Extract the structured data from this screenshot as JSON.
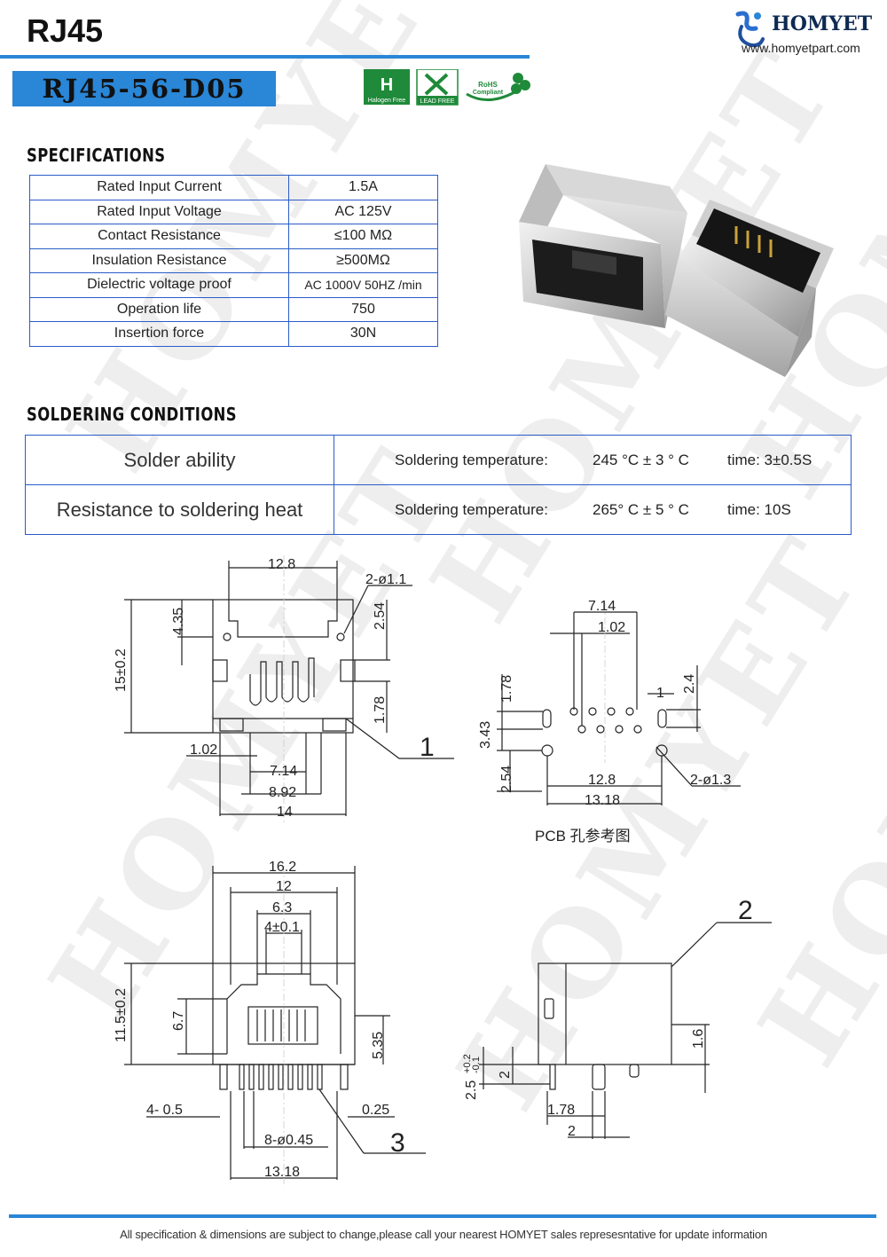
{
  "header": {
    "title": "RJ45",
    "model": "RJ45-56-D05",
    "brand": "HOMYET",
    "website": "www.homyetpart.com"
  },
  "badges": {
    "halogen": "Halogen Free",
    "lead": "LEAD FREE",
    "rohs_1": "RoHS",
    "rohs_2": "Compliant"
  },
  "watermark": "HOMYET",
  "specifications": {
    "title": "SPECIFICATIONS",
    "rows": [
      {
        "label": "Rated Input Current",
        "value": "1.5A"
      },
      {
        "label": "Rated Input Voltage",
        "value": "AC  125V"
      },
      {
        "label": "Contact Resistance",
        "value": "≤100 MΩ"
      },
      {
        "label": "Insulation Resistance",
        "value": "≥500MΩ"
      },
      {
        "label": "Dielectric voltage proof",
        "value": "AC 1000V 50HZ /min"
      },
      {
        "label": "Operation life",
        "value": "750"
      },
      {
        "label": "Insertion force",
        "value": "30N"
      }
    ]
  },
  "soldering": {
    "title": "SOLDERING  CONDITIONS",
    "rows": [
      {
        "label": "Solder ability",
        "temp_label": "Soldering temperature:",
        "temp": "245 °C ± 3 ° C",
        "time": "time: 3±0.5S"
      },
      {
        "label": "Resistance to soldering heat",
        "temp_label": "Soldering temperature:",
        "temp": "265° C ± 5 ° C",
        "time": "time: 10S"
      }
    ]
  },
  "drawing": {
    "front": {
      "w_top": "12.8",
      "holes": "2-ø1.1",
      "h_left": "4.35",
      "h_total": "15±0.2",
      "h_right": "2.54",
      "h_right2": "1.78",
      "off": "1.02",
      "p1": "7.14",
      "p2": "8.92",
      "w_bottom": "14",
      "callout": "1"
    },
    "pcb": {
      "w1": "7.14",
      "w2": "1.02",
      "d1": "1",
      "d2": "2.4",
      "h1": "1.78",
      "h2": "3.43",
      "h3": "2.54",
      "w3": "12.8",
      "w4": "13.18",
      "holes": "2-ø1.3",
      "caption": "PCB  孔参考图"
    },
    "bottom": {
      "w1": "16.2",
      "w2": "12",
      "w3": "6.3",
      "w4": "4±0.1",
      "h1": "11.5±0.2",
      "h2": "6.7",
      "h3": "5.35",
      "p1": "4-  0.5",
      "p2": "0.25",
      "p3": "8-ø0.45",
      "w5": "13.18",
      "callout": "3"
    },
    "side": {
      "callout": "2",
      "h1": "1.6",
      "h2": "2.5",
      "tol_up": "+0.2",
      "tol_dn": "-0.1",
      "h3": "2",
      "w1": "1.78",
      "w2": "2"
    }
  },
  "footer": "All specification & dimensions are subject to change,please call your nearest HOMYET sales represesntative for update information",
  "colors": {
    "accent": "#2a86d6",
    "table_border": "#2a5cc8",
    "brand": "#0e2a52"
  }
}
